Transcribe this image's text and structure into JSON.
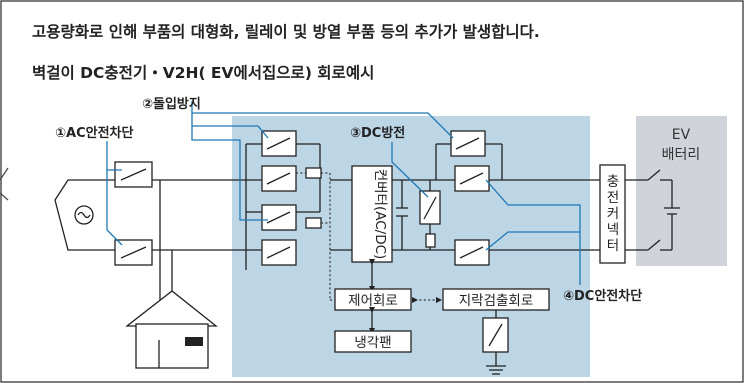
{
  "heading": {
    "line1": "고용량화로 인해 부품의 대형화, 릴레이 및 방열 부품 등의 추가가 발생합니다.",
    "line2": "벽걸이 DC충전기・V2H( EV에서집으로) 회로예시"
  },
  "labels": {
    "inrush": "②돌입방지",
    "ac_breaker": "①AC안전차단",
    "dc_discharge": "③DC방전",
    "dc_breaker": "④DC안전차단",
    "converter": "컨버터(AC/DC)",
    "connector": [
      "충",
      "전",
      "커",
      "넥",
      "터"
    ],
    "ev_battery": [
      "EV",
      "배터리"
    ],
    "control_circuit": "제어회로",
    "cooling_fan": "냉각팬",
    "ground_fault": "지락검출회로"
  }
}
